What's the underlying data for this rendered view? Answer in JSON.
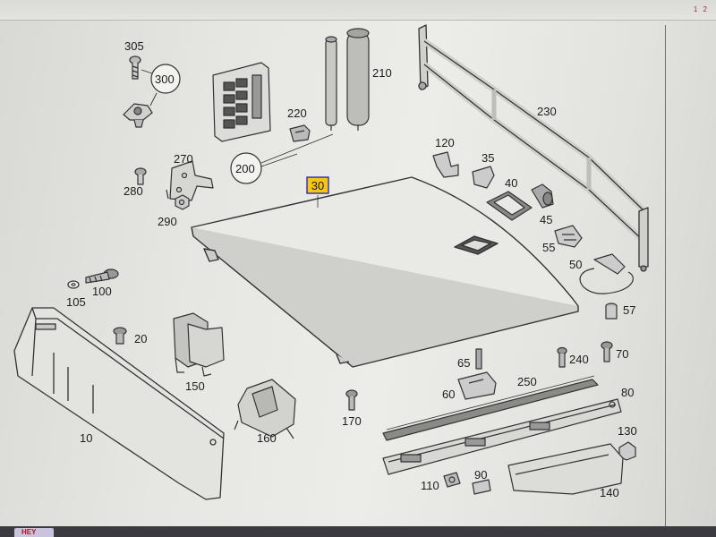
{
  "window": {
    "page_indicator": "1 2",
    "taskbar_label": "HEY"
  },
  "colors": {
    "highlight_fill": "#f5c518",
    "highlight_stroke": "#2b2bb0",
    "line": "#333333"
  },
  "diagram": {
    "highlighted_part": "30",
    "part_labels": {
      "p305": "305",
      "p300": "300",
      "p270": "270",
      "p280": "280",
      "p290": "290",
      "p200": "200",
      "p220": "220",
      "p210": "210",
      "p230": "230",
      "p120": "120",
      "p35": "35",
      "p40": "40",
      "p45": "45",
      "p55": "55",
      "p50": "50",
      "p57": "57",
      "p105": "105",
      "p100": "100",
      "p20": "20",
      "p150": "150",
      "p10": "10",
      "p160": "160",
      "p170": "170",
      "p65": "65",
      "p60": "60",
      "p250": "250",
      "p240": "240",
      "p70": "70",
      "p80": "80",
      "p130": "130",
      "p110": "110",
      "p90": "90",
      "p140": "140"
    }
  }
}
